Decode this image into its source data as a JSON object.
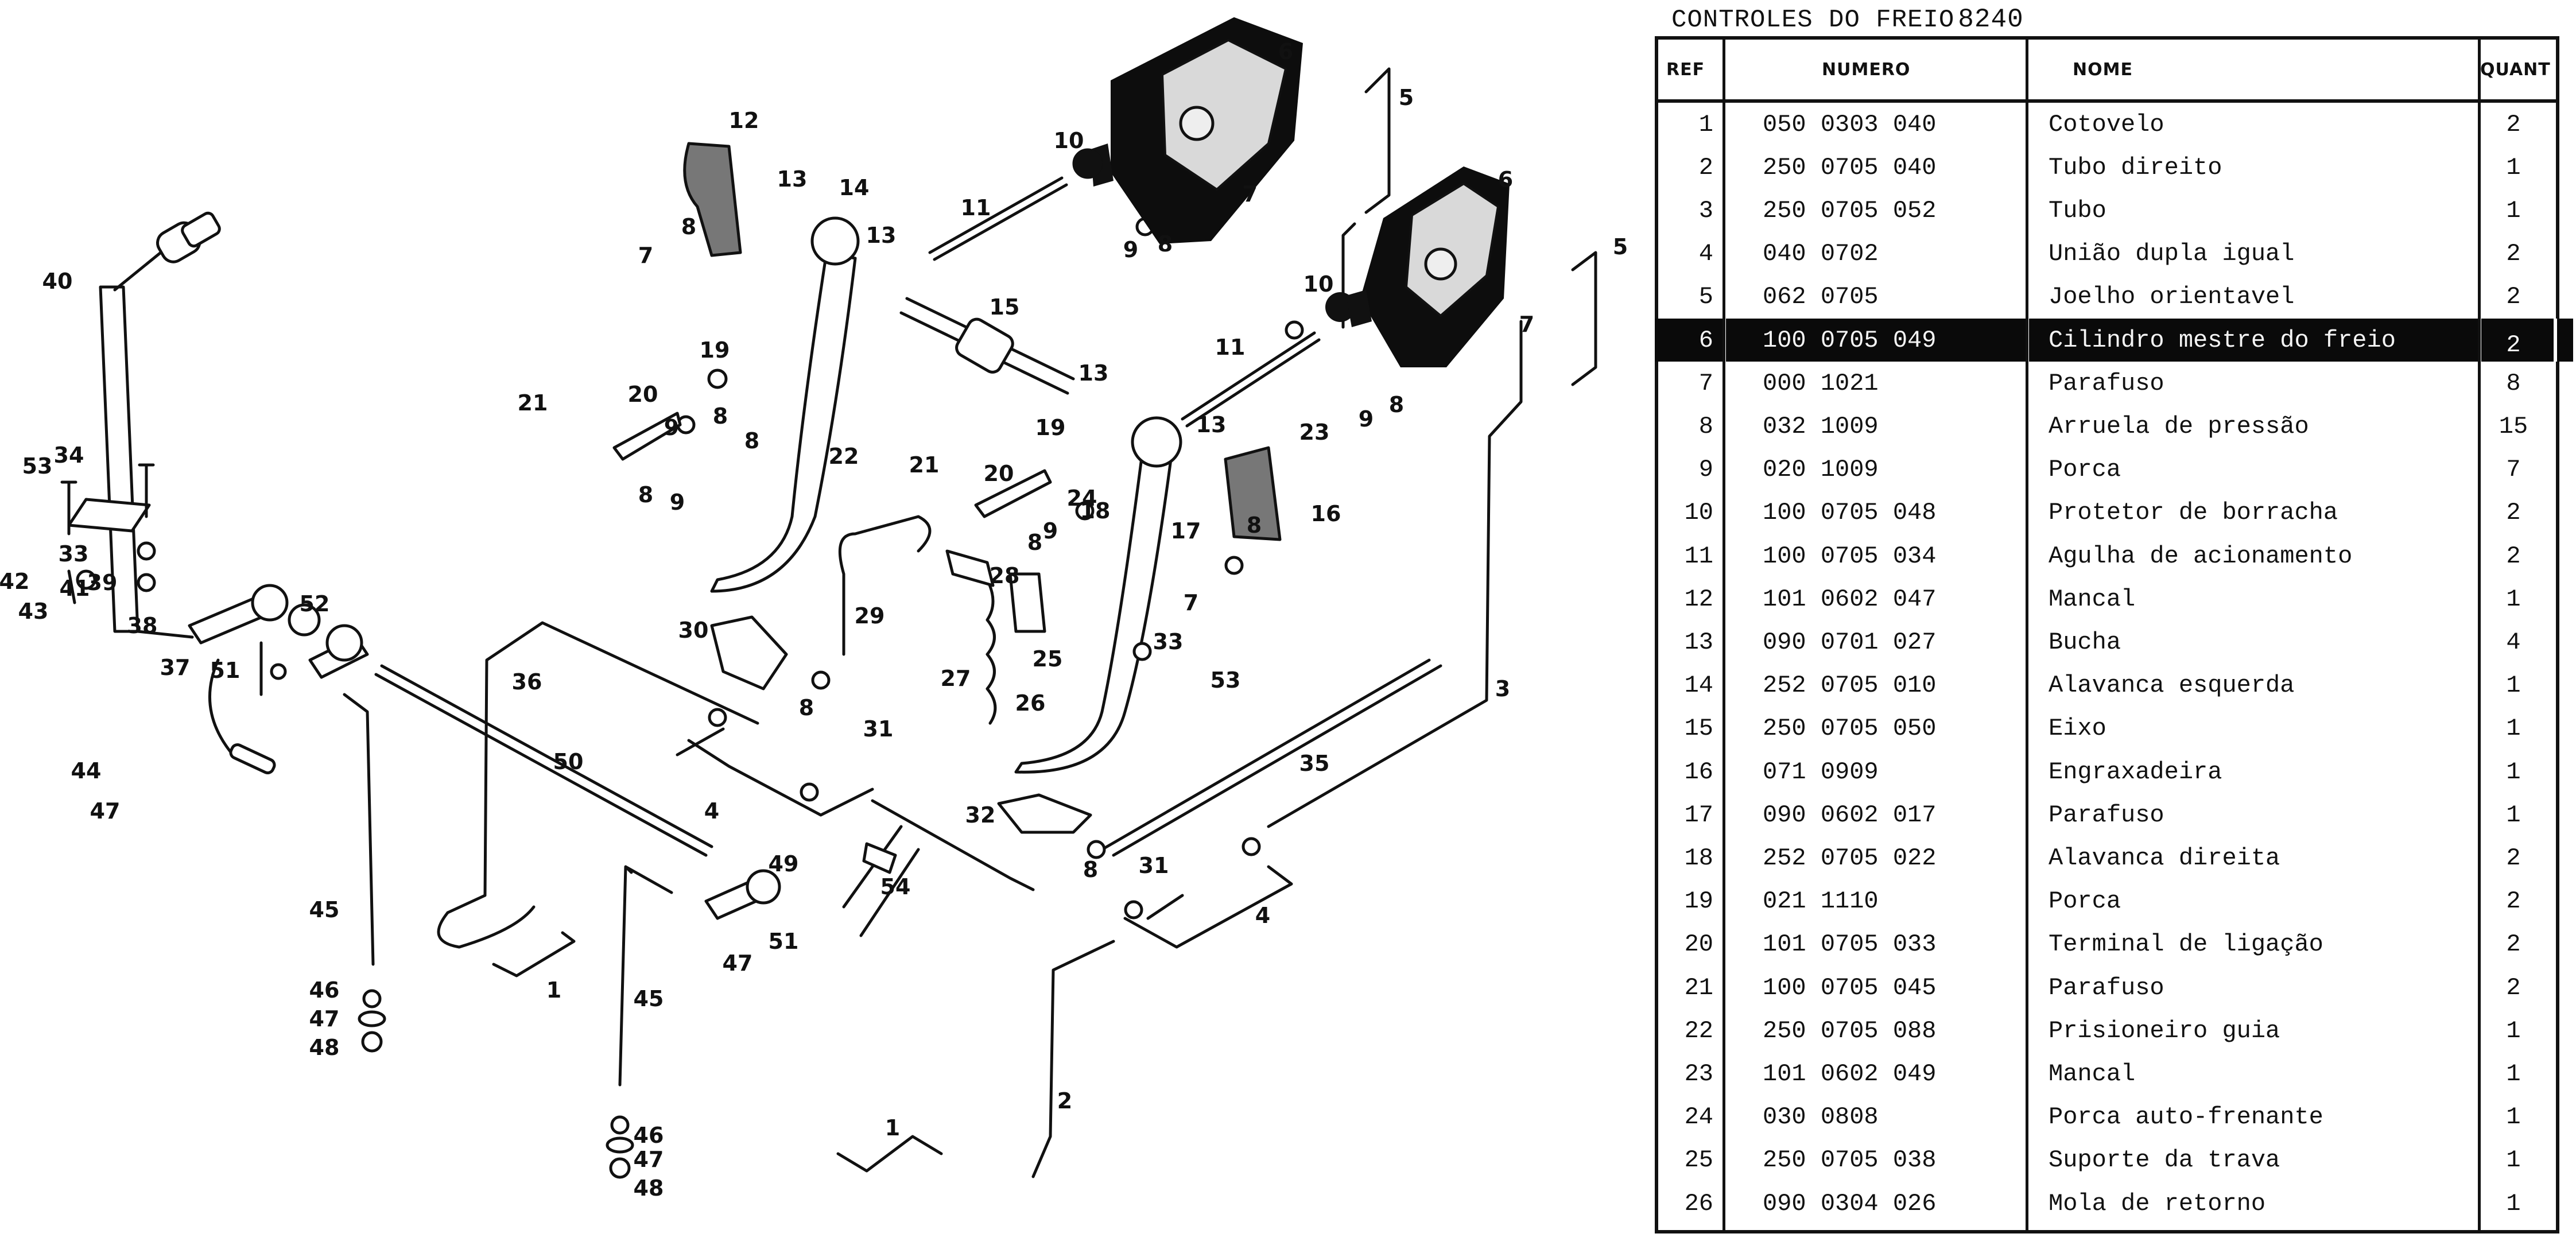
{
  "sheet": {
    "title": "CONTROLES DO FREIO",
    "code": "8240"
  },
  "table": {
    "headers": {
      "ref": "REF",
      "numero": "NUMERO",
      "nome": "NOME",
      "quant": "QUANT"
    },
    "highlight_color": "#0a0a0a",
    "highlighted_ref": "6",
    "rows": [
      {
        "ref": "1",
        "numero": "050 0303 040",
        "nome": "Cotovelo",
        "quant": "2"
      },
      {
        "ref": "2",
        "numero": "250 0705 040",
        "nome": "Tubo direito",
        "quant": "1"
      },
      {
        "ref": "3",
        "numero": "250 0705 052",
        "nome": "Tubo",
        "quant": "1"
      },
      {
        "ref": "4",
        "numero": "040 0702",
        "nome": "União dupla igual",
        "quant": "2"
      },
      {
        "ref": "5",
        "numero": "062 0705",
        "nome": "Joelho orientavel",
        "quant": "2"
      },
      {
        "ref": "6",
        "numero": "100 0705 049",
        "nome": "Cilindro mestre do freio",
        "quant": "2"
      },
      {
        "ref": "7",
        "numero": "000 1021",
        "nome": "Parafuso",
        "quant": "8"
      },
      {
        "ref": "8",
        "numero": "032 1009",
        "nome": "Arruela de pressão",
        "quant": "15"
      },
      {
        "ref": "9",
        "numero": "020 1009",
        "nome": "Porca",
        "quant": "7"
      },
      {
        "ref": "10",
        "numero": "100 0705 048",
        "nome": "Protetor de borracha",
        "quant": "2"
      },
      {
        "ref": "11",
        "numero": "100 0705 034",
        "nome": "Agulha de acionamento",
        "quant": "2"
      },
      {
        "ref": "12",
        "numero": "101 0602 047",
        "nome": "Mancal",
        "quant": "1"
      },
      {
        "ref": "13",
        "numero": "090 0701 027",
        "nome": "Bucha",
        "quant": "4"
      },
      {
        "ref": "14",
        "numero": "252 0705 010",
        "nome": "Alavanca esquerda",
        "quant": "1"
      },
      {
        "ref": "15",
        "numero": "250 0705 050",
        "nome": "Eixo",
        "quant": "1"
      },
      {
        "ref": "16",
        "numero": "071 0909",
        "nome": "Engraxadeira",
        "quant": "1"
      },
      {
        "ref": "17",
        "numero": "090 0602 017",
        "nome": "Parafuso",
        "quant": "1"
      },
      {
        "ref": "18",
        "numero": "252 0705 022",
        "nome": "Alavanca direita",
        "quant": "2"
      },
      {
        "ref": "19",
        "numero": "021 1110",
        "nome": "Porca",
        "quant": "2"
      },
      {
        "ref": "20",
        "numero": "101 0705 033",
        "nome": "Terminal de ligação",
        "quant": "2"
      },
      {
        "ref": "21",
        "numero": "100 0705 045",
        "nome": "Parafuso",
        "quant": "2"
      },
      {
        "ref": "22",
        "numero": "250 0705 088",
        "nome": "Prisioneiro guia",
        "quant": "1"
      },
      {
        "ref": "23",
        "numero": "101 0602 049",
        "nome": "Mancal",
        "quant": "1"
      },
      {
        "ref": "24",
        "numero": "030 0808",
        "nome": "Porca auto-frenante",
        "quant": "1"
      },
      {
        "ref": "25",
        "numero": "250 0705 038",
        "nome": "Suporte da trava",
        "quant": "1"
      },
      {
        "ref": "26",
        "numero": "090 0304 026",
        "nome": "Mola de retorno",
        "quant": "1"
      }
    ]
  },
  "diagram": {
    "callouts": [
      {
        "label": "1"
      },
      {
        "label": "1"
      },
      {
        "label": "2"
      },
      {
        "label": "3"
      },
      {
        "label": "4"
      },
      {
        "label": "4"
      },
      {
        "label": "5"
      },
      {
        "label": "5"
      },
      {
        "label": "6"
      },
      {
        "label": "6"
      },
      {
        "label": "7"
      },
      {
        "label": "7"
      },
      {
        "label": "7"
      },
      {
        "label": "7"
      },
      {
        "label": "8"
      },
      {
        "label": "8"
      },
      {
        "label": "8"
      },
      {
        "label": "8"
      },
      {
        "label": "8"
      },
      {
        "label": "8"
      },
      {
        "label": "8"
      },
      {
        "label": "8"
      },
      {
        "label": "8"
      },
      {
        "label": "8"
      },
      {
        "label": "9"
      },
      {
        "label": "9"
      },
      {
        "label": "9"
      },
      {
        "label": "9"
      },
      {
        "label": "9"
      },
      {
        "label": "10"
      },
      {
        "label": "10"
      },
      {
        "label": "11"
      },
      {
        "label": "11"
      },
      {
        "label": "12"
      },
      {
        "label": "13"
      },
      {
        "label": "13"
      },
      {
        "label": "13"
      },
      {
        "label": "13"
      },
      {
        "label": "14"
      },
      {
        "label": "15"
      },
      {
        "label": "16"
      },
      {
        "label": "17"
      },
      {
        "label": "18"
      },
      {
        "label": "19"
      },
      {
        "label": "19"
      },
      {
        "label": "20"
      },
      {
        "label": "20"
      },
      {
        "label": "21"
      },
      {
        "label": "21"
      },
      {
        "label": "22"
      },
      {
        "label": "23"
      },
      {
        "label": "24"
      },
      {
        "label": "25"
      },
      {
        "label": "26"
      },
      {
        "label": "27"
      },
      {
        "label": "28"
      },
      {
        "label": "29"
      },
      {
        "label": "30"
      },
      {
        "label": "31"
      },
      {
        "label": "31"
      },
      {
        "label": "32"
      },
      {
        "label": "33"
      },
      {
        "label": "33"
      },
      {
        "label": "34"
      },
      {
        "label": "35"
      },
      {
        "label": "36"
      },
      {
        "label": "37"
      },
      {
        "label": "38"
      },
      {
        "label": "39"
      },
      {
        "label": "40"
      },
      {
        "label": "41"
      },
      {
        "label": "42"
      },
      {
        "label": "43"
      },
      {
        "label": "44"
      },
      {
        "label": "45"
      },
      {
        "label": "45"
      },
      {
        "label": "46"
      },
      {
        "label": "46"
      },
      {
        "label": "47"
      },
      {
        "label": "47"
      },
      {
        "label": "47"
      },
      {
        "label": "47"
      },
      {
        "label": "48"
      },
      {
        "label": "48"
      },
      {
        "label": "49"
      },
      {
        "label": "50"
      },
      {
        "label": "51"
      },
      {
        "label": "51"
      },
      {
        "label": "52"
      },
      {
        "label": "53"
      },
      {
        "label": "53"
      },
      {
        "label": "54"
      }
    ]
  }
}
